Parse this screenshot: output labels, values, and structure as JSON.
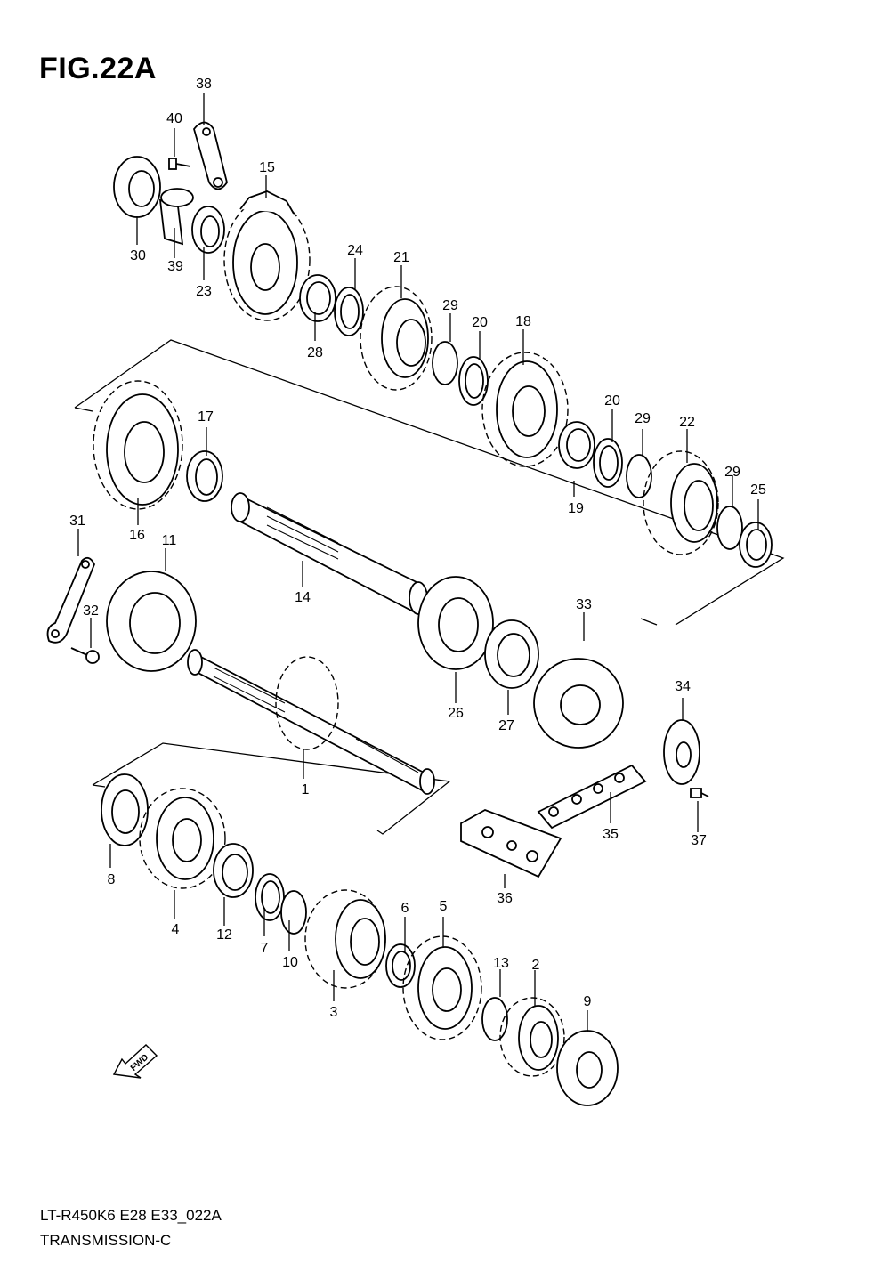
{
  "figure": {
    "title": "FIG.22A"
  },
  "footer": {
    "code": "LT-R450K6 E28 E33_022A",
    "name": "TRANSMISSION-C"
  },
  "fwd_badge": "FWD",
  "callouts": [
    "1",
    "2",
    "3",
    "4",
    "5",
    "6",
    "7",
    "8",
    "9",
    "10",
    "11",
    "12",
    "13",
    "14",
    "15",
    "16",
    "17",
    "18",
    "19",
    "20",
    "20",
    "21",
    "22",
    "23",
    "24",
    "25",
    "26",
    "27",
    "28",
    "29",
    "29",
    "29",
    "30",
    "31",
    "32",
    "33",
    "34",
    "35",
    "36",
    "37",
    "38",
    "39",
    "40"
  ]
}
